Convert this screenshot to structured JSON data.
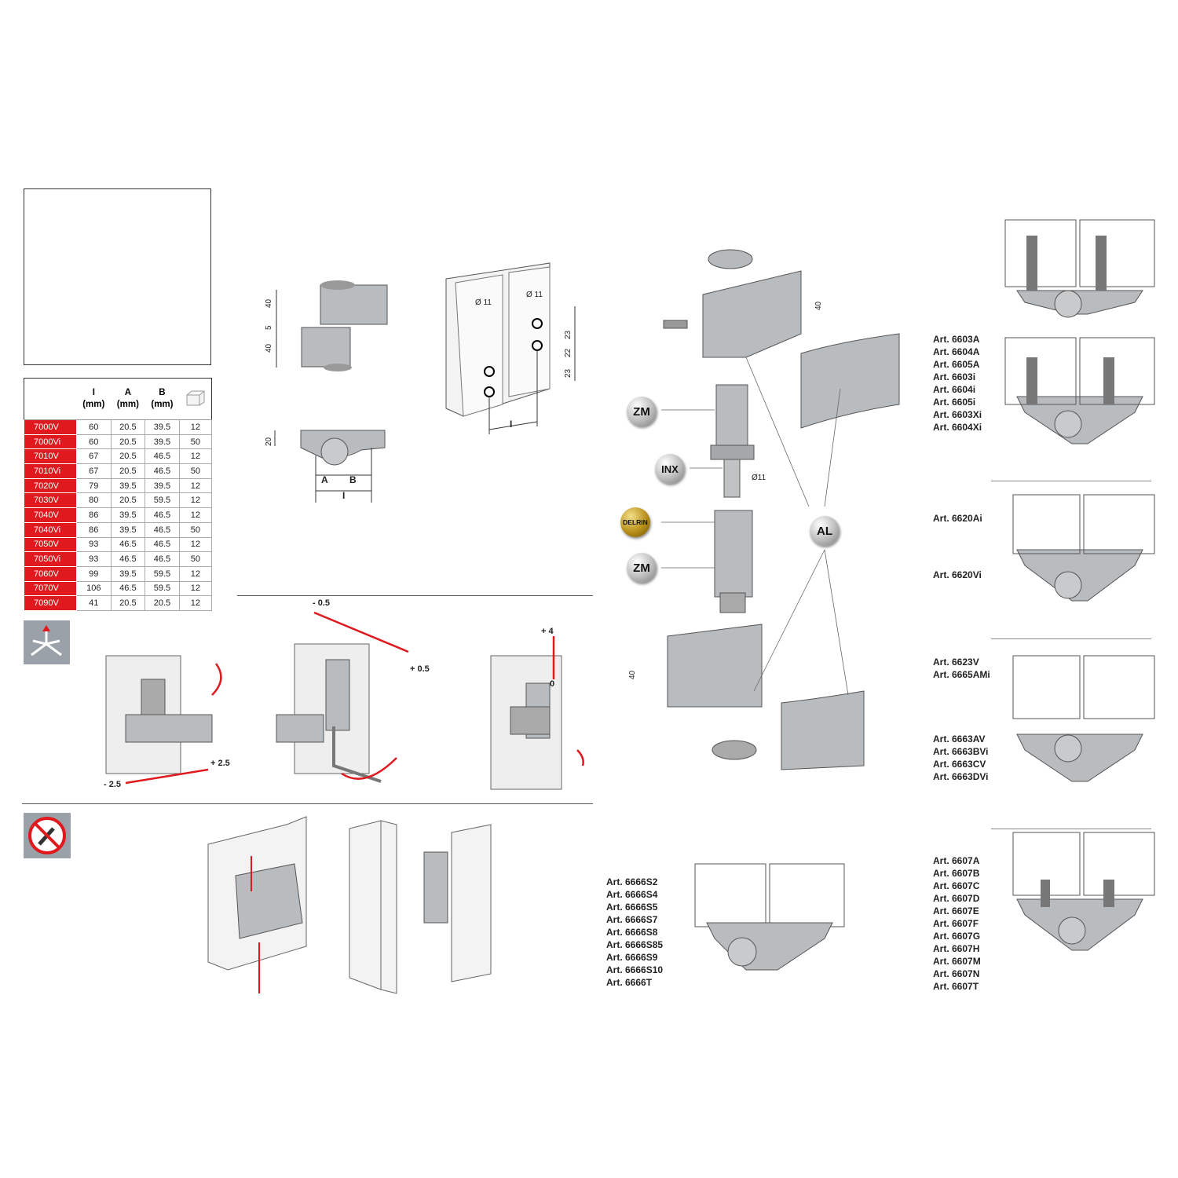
{
  "table": {
    "headers": [
      {
        "top": "I",
        "bottom": "(mm)"
      },
      {
        "top": "A",
        "bottom": "(mm)"
      },
      {
        "top": "B",
        "bottom": "(mm)"
      }
    ],
    "package_icon": "box-quantity-icon",
    "rows": [
      [
        "7000V",
        "60",
        "20.5",
        "39.5",
        "12"
      ],
      [
        "7000Vi",
        "60",
        "20.5",
        "39.5",
        "50"
      ],
      [
        "7010V",
        "67",
        "20.5",
        "46.5",
        "12"
      ],
      [
        "7010Vi",
        "67",
        "20.5",
        "46.5",
        "50"
      ],
      [
        "7020V",
        "79",
        "39.5",
        "39.5",
        "12"
      ],
      [
        "7030V",
        "80",
        "20.5",
        "59.5",
        "12"
      ],
      [
        "7040V",
        "86",
        "39.5",
        "46.5",
        "12"
      ],
      [
        "7040Vi",
        "86",
        "39.5",
        "46.5",
        "50"
      ],
      [
        "7050V",
        "93",
        "46.5",
        "46.5",
        "12"
      ],
      [
        "7050Vi",
        "93",
        "46.5",
        "46.5",
        "50"
      ],
      [
        "7060V",
        "99",
        "39.5",
        "59.5",
        "12"
      ],
      [
        "7070V",
        "106",
        "46.5",
        "59.5",
        "12"
      ],
      [
        "7090V",
        "41",
        "20.5",
        "20.5",
        "12"
      ]
    ]
  },
  "dimensions": {
    "hinge_height_top": "40",
    "hinge_gap": "5",
    "hinge_height_bottom": "40",
    "base_height": "20",
    "label_a": "A",
    "label_b": "B",
    "label_i": "I",
    "hole_dia_left": "Ø 11",
    "hole_dia_right": "Ø 11",
    "spacing_1": "23",
    "spacing_2": "22",
    "spacing_3": "23",
    "profile_label_i": "I",
    "exploded_top_height": "40",
    "exploded_bottom_height": "40",
    "pin_dia": "Ø11"
  },
  "adjustments": {
    "lateral_minus": "- 2.5",
    "lateral_plus": "+ 2.5",
    "depth_minus": "- 0.5",
    "depth_plus": "+ 0.5",
    "height_plus": "+ 4",
    "height_zero": "0"
  },
  "materials": {
    "zm1": "ZM",
    "inx": "INX",
    "delrin": "DELRIN",
    "zm2": "ZM",
    "al": "AL"
  },
  "colors": {
    "accent": "#e0191f",
    "badge_gold": "#b8901a"
  },
  "articles": {
    "group1": [
      "Art. 6603A",
      "Art. 6604A",
      "Art. 6605A",
      "Art. 6603i",
      "Art. 6604i",
      "Art. 6605i",
      "Art. 6603Xi",
      "Art. 6604Xi"
    ],
    "group2a": [
      "Art. 6620Ai"
    ],
    "group2b": [
      "Art. 6620Vi"
    ],
    "group3a": [
      "Art. 6623V",
      "Art. 6665AMi"
    ],
    "group3b": [
      "Art. 6663AV",
      "Art. 6663BVi",
      "Art. 6663CV",
      "Art. 6663DVi"
    ],
    "group4": [
      "Art. 6666S2",
      "Art. 6666S4",
      "Art. 6666S5",
      "Art. 6666S7",
      "Art. 6666S8",
      "Art. 6666S85",
      "Art. 6666S9",
      "Art. 6666S10",
      "Art. 6666T"
    ],
    "group5": [
      "Art. 6607A",
      "Art. 6607B",
      "Art. 6607C",
      "Art. 6607D",
      "Art. 6607E",
      "Art. 6607F",
      "Art. 6607G",
      "Art. 6607H",
      "Art. 6607M",
      "Art. 6607N",
      "Art. 6607T"
    ]
  }
}
